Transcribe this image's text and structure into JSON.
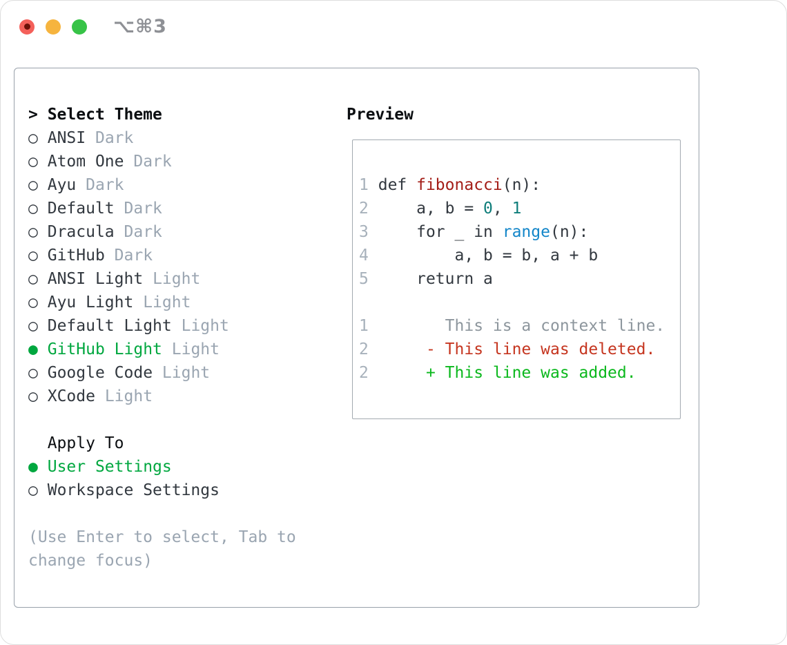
{
  "window": {
    "title": "⌥⌘3"
  },
  "theme_panel": {
    "header": {
      "prompt": ">",
      "label": "Select Theme"
    },
    "icons": {
      "selected": "●",
      "unselected": "○"
    },
    "items": [
      {
        "name": "ANSI",
        "variant": "Dark",
        "selected": false
      },
      {
        "name": "Atom One",
        "variant": "Dark",
        "selected": false
      },
      {
        "name": "Ayu",
        "variant": "Dark",
        "selected": false
      },
      {
        "name": "Default",
        "variant": "Dark",
        "selected": false
      },
      {
        "name": "Dracula",
        "variant": "Dark",
        "selected": false
      },
      {
        "name": "GitHub",
        "variant": "Dark",
        "selected": false
      },
      {
        "name": "ANSI Light",
        "variant": "Light",
        "selected": false
      },
      {
        "name": "Ayu Light",
        "variant": "Light",
        "selected": false
      },
      {
        "name": "Default Light",
        "variant": "Light",
        "selected": false
      },
      {
        "name": "GitHub Light",
        "variant": "Light",
        "selected": true
      },
      {
        "name": "Google Code",
        "variant": "Light",
        "selected": false
      },
      {
        "name": "XCode",
        "variant": "Light",
        "selected": false
      }
    ],
    "apply_to": {
      "header": "Apply To",
      "options": [
        {
          "label": "User Settings",
          "selected": true
        },
        {
          "label": "Workspace Settings",
          "selected": false
        }
      ]
    },
    "hint_lines": [
      "(Use Enter to select, Tab to",
      "change focus)"
    ]
  },
  "preview": {
    "title": "Preview",
    "code": {
      "lines": [
        {
          "num": "1",
          "tokens": [
            {
              "text": "def ",
              "style": "plain"
            },
            {
              "text": "fibonacci",
              "style": "function"
            },
            {
              "text": "(n):",
              "style": "plain"
            }
          ]
        },
        {
          "num": "2",
          "tokens": [
            {
              "text": "    a, b = ",
              "style": "plain"
            },
            {
              "text": "0",
              "style": "number"
            },
            {
              "text": ", ",
              "style": "plain"
            },
            {
              "text": "1",
              "style": "number"
            }
          ]
        },
        {
          "num": "3",
          "tokens": [
            {
              "text": "    for _ in ",
              "style": "plain"
            },
            {
              "text": "range",
              "style": "builtin"
            },
            {
              "text": "(n):",
              "style": "plain"
            }
          ]
        },
        {
          "num": "4",
          "tokens": [
            {
              "text": "        a, b = b, a + b",
              "style": "plain"
            }
          ]
        },
        {
          "num": "5",
          "tokens": [
            {
              "text": "    return a",
              "style": "plain"
            }
          ]
        },
        {
          "num": "",
          "tokens": []
        },
        {
          "num": "1",
          "tokens": [
            {
              "text": "       This is a context line.",
              "style": "context"
            }
          ]
        },
        {
          "num": "2",
          "tokens": [
            {
              "text": "     - This line was deleted.",
              "style": "deleted"
            }
          ]
        },
        {
          "num": "2",
          "tokens": [
            {
              "text": "     + This line was added.",
              "style": "added"
            }
          ]
        }
      ]
    }
  },
  "colors": {
    "window-bg": "#ffffff",
    "window-border": "#dddddd",
    "panel-border": "#98a1aa",
    "preview-border": "#a2a9b0",
    "text-dark": "#32383f",
    "text-heading": "#0b0e11",
    "muted": "#9aa5b1",
    "hint": "#9aa5b1",
    "line-number": "#a7b1bb",
    "green-selected": "#00a73f",
    "green-added": "#0bb81d",
    "red-deleted": "#c5351f",
    "red-function": "#a31d17",
    "teal-number": "#0e7d7a",
    "blue-builtin": "#1386c9",
    "context-gray": "#8d969d",
    "title-gray": "#8e9095",
    "tl-red": "#f4605a",
    "tl-red-dot": "#6d1008",
    "tl-yellow": "#f6b43e",
    "tl-green": "#37c347"
  }
}
